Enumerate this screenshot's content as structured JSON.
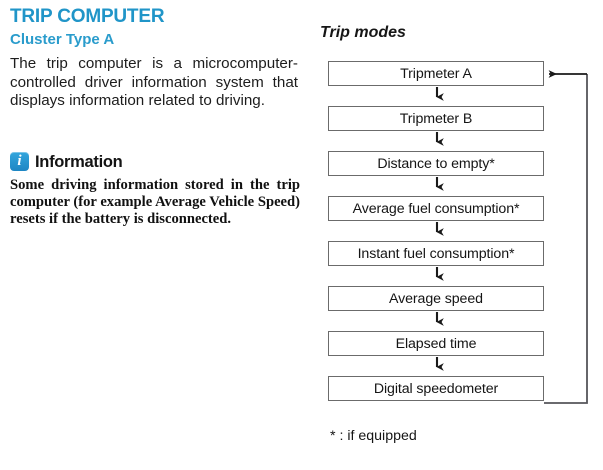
{
  "page": {
    "section_title": "TRIP COMPUTER",
    "section_subtitle": "Cluster Type A",
    "intro_paragraph": "The trip computer is a microcomputer-controlled driver information system that displays information related to driving.",
    "accent_color": "#2095c8",
    "subtitle_color": "#2a9ccc"
  },
  "information": {
    "icon": "info-icon",
    "icon_glyph": "i",
    "icon_color": "#1e86c4",
    "label": "Information",
    "body": "Some driving information stored in the trip computer (for example Average Vehicle Speed) resets if the battery is disconnected."
  },
  "flowchart": {
    "heading": "Trip modes",
    "footnote": "* : if equipped",
    "box_border_color": "#6b6b6b",
    "arrow_color": "#1a1a1a",
    "steps": [
      {
        "label": "Tripmeter A"
      },
      {
        "label": "Tripmeter B"
      },
      {
        "label": "Distance to empty*"
      },
      {
        "label": "Average fuel consumption*"
      },
      {
        "label": "Instant fuel consumption*"
      },
      {
        "label": "Average speed"
      },
      {
        "label": "Elapsed time"
      },
      {
        "label": "Digital speedometer"
      }
    ],
    "loop_back": {
      "from": "Digital speedometer",
      "to": "Tripmeter A"
    }
  }
}
